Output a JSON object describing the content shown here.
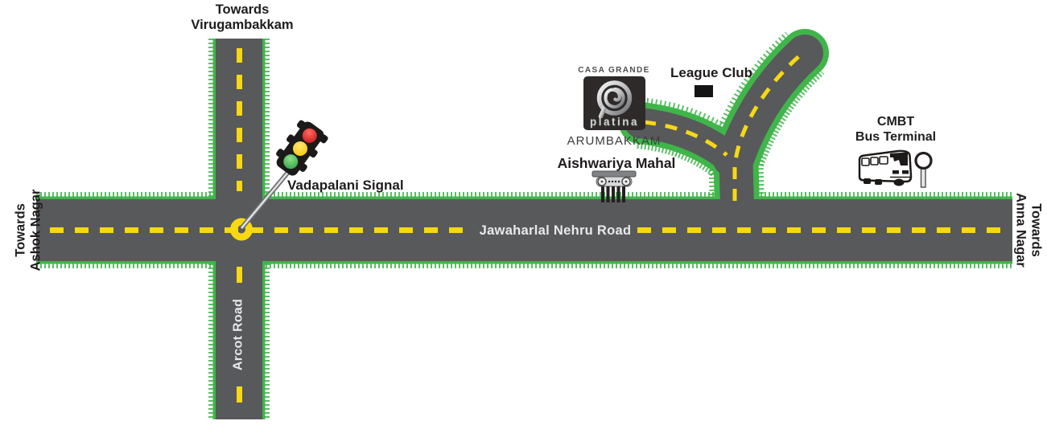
{
  "directions": {
    "virugambakkam": {
      "line1": "Towards",
      "line2": "Virugambakkam"
    },
    "ashok_nagar": {
      "line1": "Towards",
      "line2": "Ashok Nagar"
    },
    "anna_nagar": {
      "line1": "Towards",
      "line2": "Anna Nagar"
    }
  },
  "roads": {
    "jawaharlal_nehru": "Jawaharlal Nehru Road",
    "arcot": "Arcot Road"
  },
  "landmarks": {
    "vadapalani_signal": "Vadapalani Signal",
    "casa_grande": "CASA GRANDE",
    "platina": "platina",
    "arumbakkam": "ARUMBAKKAM",
    "league_club": "League Club",
    "aishwariya_mahal": "Aishwariya Mahal",
    "cmbt_line1": "CMBT",
    "cmbt_line2": "Bus Terminal"
  },
  "colors": {
    "road": "#58595b",
    "grass": "#3fb54a",
    "lane_marking": "#f6d813",
    "signal_red": "#c9151c",
    "signal_amber": "#ffd400",
    "signal_green": "#3aa648"
  }
}
